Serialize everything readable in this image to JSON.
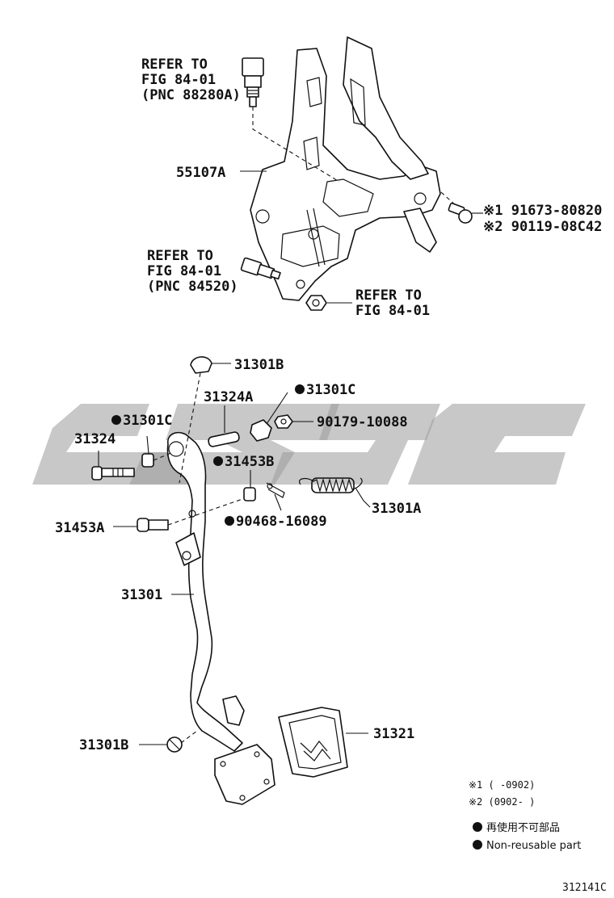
{
  "labels": {
    "refer_top_1": "REFER TO",
    "refer_top_2": "FIG 84-01",
    "refer_top_3": "(PNC 88280A)",
    "refer_mid_1": "REFER TO",
    "refer_mid_2": "FIG 84-01",
    "refer_mid_3": "(PNC 84520)",
    "refer_nut_1": "REFER TO",
    "refer_nut_2": "FIG 84-01",
    "p55107A": "55107A",
    "p91673": "※1 91673-80820",
    "p90119": "※2 90119-08C42",
    "p31301B_top": "31301B",
    "p31324A": "31324A",
    "p31301C_right": "31301C",
    "p31301C_left": "31301C",
    "p90179": "90179-10088",
    "p31324": "31324",
    "p31453B": "31453B",
    "p31301A": "31301A",
    "p31453A": "31453A",
    "p90468": "90468-16089",
    "p31301": "31301",
    "p31301B_bottom": "31301B",
    "p31321": "31321"
  },
  "notes": {
    "note1": "※1 (     -0902)",
    "note2": "※2 (0902-     )",
    "legend_jp": "再使用不可部品",
    "legend_en": "Non-reusable part"
  },
  "figure_code": "312141C",
  "colors": {
    "line": "#111111",
    "watermark": "#9a9a9a"
  }
}
